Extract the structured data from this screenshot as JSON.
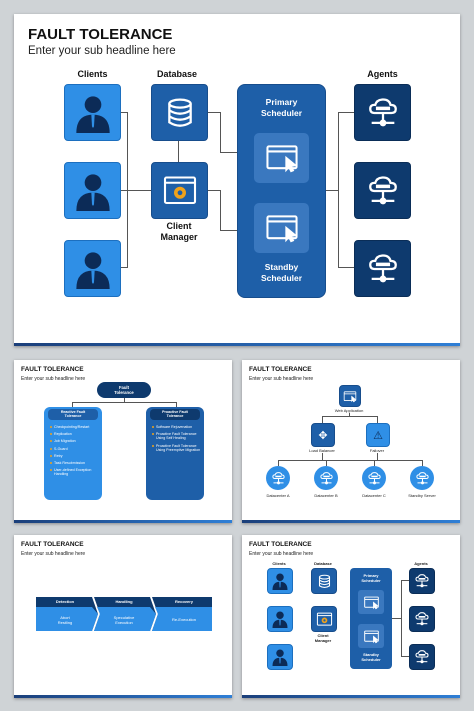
{
  "main": {
    "title": "FAULT TOLERANCE",
    "subtitle": "Enter your sub headline here",
    "clients_label": "Clients",
    "database_label": "Database",
    "agents_label": "Agents",
    "client_manager": "Client\nManager",
    "primary": "Primary\nScheduler",
    "standby": "Standby\nScheduler"
  },
  "thumb1": {
    "title": "FAULT TOLERANCE",
    "subtitle": "Enter your sub headline here",
    "root": "Fault\nTolerance",
    "left_head": "Reactive Fault\nTolerance",
    "right_head": "Proactive Fault\nTolerance",
    "left_items": [
      "Checkpointing/Restart",
      "Replication",
      "Job Migration",
      "S-Guard",
      "Retry",
      "Task Resubmission",
      "User-defined Exception Handling"
    ],
    "right_items": [
      "Software Rejuvenation",
      "Proactive Fault Tolerance Using Self Healing",
      "Proactive Fault Tolerance Using Preemptive Migration"
    ]
  },
  "thumb2": {
    "title": "FAULT TOLERANCE",
    "subtitle": "Enter your sub headline here",
    "web_app": "Web Application",
    "load_balancer": "Load Balancer",
    "failover": "Failover",
    "datacenters": [
      "Datacenter A",
      "Datacenter B",
      "Datacenter C",
      "Standby Server"
    ]
  },
  "thumb3": {
    "title": "FAULT TOLERANCE",
    "subtitle": "Enter your sub headline here",
    "stages": [
      {
        "head": "Detection",
        "body": "Abort\nRestling"
      },
      {
        "head": "Handling",
        "body": "Speculative\nExecution"
      },
      {
        "head": "Recovery",
        "body": "Re-Execution"
      }
    ]
  },
  "thumb4": {
    "title": "FAULT TOLERANCE",
    "subtitle": "Enter your sub headline here",
    "clients": "Clients",
    "database": "Database",
    "agents": "Agents",
    "client_manager": "Client\nManager",
    "primary": "Primary\nScheduler",
    "standby": "Standby\nScheduler"
  },
  "icons": {
    "person": "person-icon",
    "database": "database-icon",
    "cloud": "cloud-server-icon",
    "window": "browser-window-icon",
    "gear": "gear-icon"
  },
  "colors": {
    "light_blue": "#2f8fe6",
    "mid_blue": "#1e5fa8",
    "navy": "#0e3a6e"
  }
}
